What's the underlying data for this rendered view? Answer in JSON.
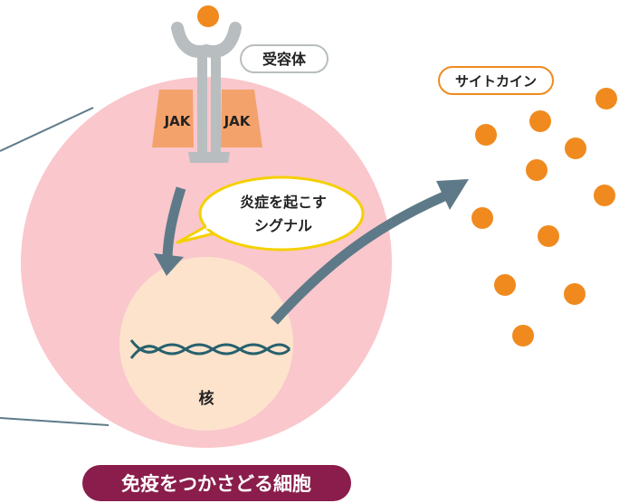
{
  "labels": {
    "receptor": "受容体",
    "cytokine": "サイトカイン",
    "jak_left": "JAK",
    "jak_right": "JAK",
    "signal_line1": "炎症を起こす",
    "signal_line2": "シグナル",
    "nucleus": "核",
    "cell_title": "免疫をつかさどる細胞"
  },
  "colors": {
    "cell": "#f9c7cc",
    "nucleus": "#fde3cc",
    "receptor": "#b8bec0",
    "jak": "#f4a26b",
    "dot": "#f08a1e",
    "arrow": "#5e7a89",
    "dna": "#27606d",
    "callout_border": "#f5d000",
    "title_bg": "#8a1d4b",
    "title_text": "#ffffff"
  },
  "cytokine_dot_count": 12
}
